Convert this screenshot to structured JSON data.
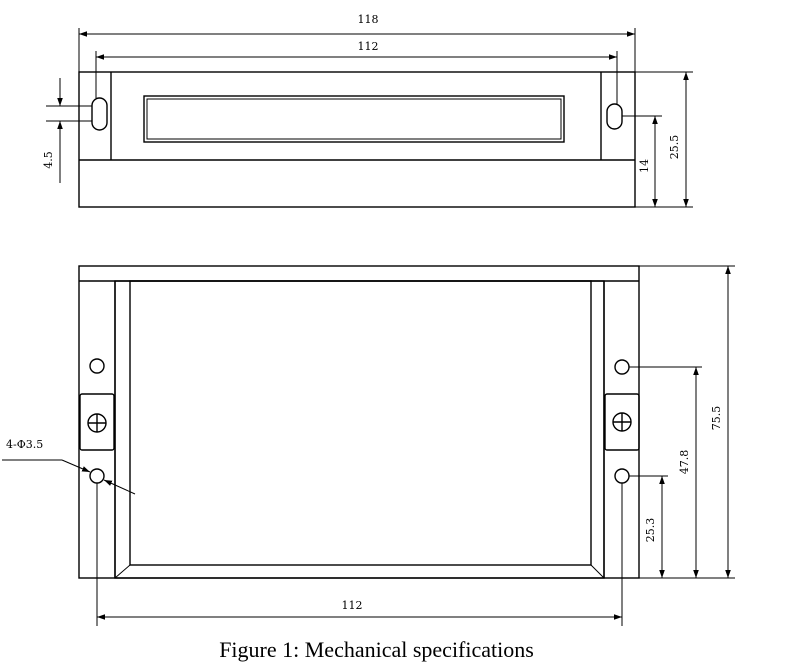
{
  "figure": {
    "caption": "Figure 1: Mechanical specifications"
  },
  "top_view": {
    "dim_overall_width": "118",
    "dim_mount_spacing": "112",
    "dim_slot_width": "4.5",
    "dim_slot_height": "14",
    "dim_total_height": "25.5"
  },
  "front_view": {
    "dim_hole_spacing": "112",
    "dim_total_height": "75.5",
    "dim_upper_hole_height": "47.8",
    "dim_lower_hole_height": "25.3",
    "hole_callout": "4-Φ3.5"
  }
}
